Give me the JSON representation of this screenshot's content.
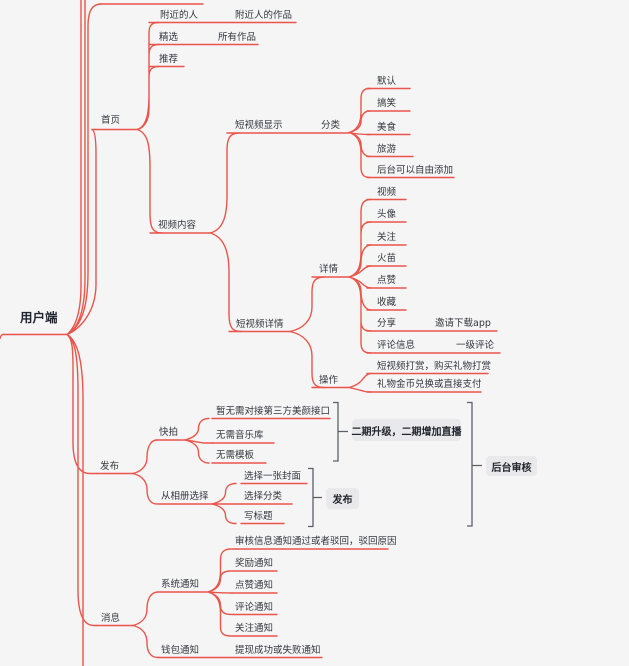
{
  "colors": {
    "background": "#f5f5f6",
    "edge_red": "#e9554a",
    "bracket_gray": "#5b5f66",
    "node_text": "#33363d",
    "summary_box_bg": "#e9e9ec",
    "summary_box_text": "#23262d"
  },
  "nodes": {
    "root": "用户端",
    "home": "首页",
    "nearby": "附近的人",
    "nearby_works": "附近人的作品",
    "featured": "精选",
    "all_works": "所有作品",
    "recommend": "推荐",
    "video_content": "视频内容",
    "sv_display": "短视频显示",
    "category": "分类",
    "cat_default": "默认",
    "cat_funny": "搞笑",
    "cat_food": "美食",
    "cat_travel": "旅游",
    "cat_free_add": "后台可以自由添加",
    "sv_detail": "短视频详情",
    "detail": "详情",
    "d_video": "视频",
    "d_avatar": "头像",
    "d_follow": "关注",
    "d_flame": "火苗",
    "d_like": "点赞",
    "d_favorite": "收藏",
    "d_share": "分享",
    "d_share_invite": "邀请下载app",
    "d_comment": "评论信息",
    "d_comment_level1": "一级评论",
    "action": "操作",
    "a_reward": "短视频打赏，购买礼物打赏",
    "a_gift_pay": "礼物金币兑换或直接支付",
    "publish": "发布",
    "quick_shot": "快拍",
    "q_no_beauty": "暂无需对接第三方美颜接口",
    "q_no_music": "无需音乐库",
    "q_no_template": "无需模板",
    "from_album": "从相册选择",
    "al_cover": "选择一张封面",
    "al_category": "选择分类",
    "al_title": "写标题",
    "message": "消息",
    "sys_notice": "系统通知",
    "s_review": "审核信息通知通过或者驳回，驳回原因",
    "s_award": "奖励通知",
    "s_like": "点赞通知",
    "s_comment": "评论通知",
    "s_follow": "关注通知",
    "wallet_notice": "钱包通知",
    "w_withdraw": "提现成功或失败通知"
  },
  "summaries": {
    "phase2": "二期升级，二期增加直播",
    "publish_box": "发布",
    "backend_review": "后台审核"
  },
  "outline": {
    "label": "用户端",
    "children": [
      {
        "label": "首页",
        "children": [
          {
            "label": "附近的人",
            "children": [
              {
                "label": "附近人的作品"
              }
            ]
          },
          {
            "label": "精选",
            "children": [
              {
                "label": "所有作品"
              }
            ]
          },
          {
            "label": "推荐"
          },
          {
            "label": "视频内容",
            "children": [
              {
                "label": "短视频显示",
                "children": [
                  {
                    "label": "分类",
                    "children": [
                      {
                        "label": "默认"
                      },
                      {
                        "label": "搞笑"
                      },
                      {
                        "label": "美食"
                      },
                      {
                        "label": "旅游"
                      },
                      {
                        "label": "后台可以自由添加"
                      }
                    ]
                  }
                ]
              },
              {
                "label": "短视频详情",
                "children": [
                  {
                    "label": "详情",
                    "children": [
                      {
                        "label": "视频"
                      },
                      {
                        "label": "头像"
                      },
                      {
                        "label": "关注"
                      },
                      {
                        "label": "火苗"
                      },
                      {
                        "label": "点赞"
                      },
                      {
                        "label": "收藏"
                      },
                      {
                        "label": "分享",
                        "children": [
                          {
                            "label": "邀请下载app"
                          }
                        ]
                      },
                      {
                        "label": "评论信息",
                        "children": [
                          {
                            "label": "一级评论"
                          }
                        ]
                      }
                    ]
                  },
                  {
                    "label": "操作",
                    "children": [
                      {
                        "label": "短视频打赏，购买礼物打赏"
                      },
                      {
                        "label": "礼物金币兑换或直接支付"
                      }
                    ]
                  }
                ]
              }
            ]
          }
        ]
      },
      {
        "label": "发布",
        "summary": "后台审核",
        "children": [
          {
            "label": "快拍",
            "summary": "二期升级，二期增加直播",
            "children": [
              {
                "label": "暂无需对接第三方美颜接口"
              },
              {
                "label": "无需音乐库"
              },
              {
                "label": "无需模板"
              }
            ]
          },
          {
            "label": "从相册选择",
            "summary": "发布",
            "children": [
              {
                "label": "选择一张封面"
              },
              {
                "label": "选择分类"
              },
              {
                "label": "写标题"
              }
            ]
          }
        ]
      },
      {
        "label": "消息",
        "children": [
          {
            "label": "系统通知",
            "children": [
              {
                "label": "审核信息通知通过或者驳回，驳回原因"
              },
              {
                "label": "奖励通知"
              },
              {
                "label": "点赞通知"
              },
              {
                "label": "评论通知"
              },
              {
                "label": "关注通知"
              }
            ]
          },
          {
            "label": "钱包通知",
            "children": [
              {
                "label": "提现成功或失败通知"
              }
            ]
          }
        ]
      }
    ]
  }
}
